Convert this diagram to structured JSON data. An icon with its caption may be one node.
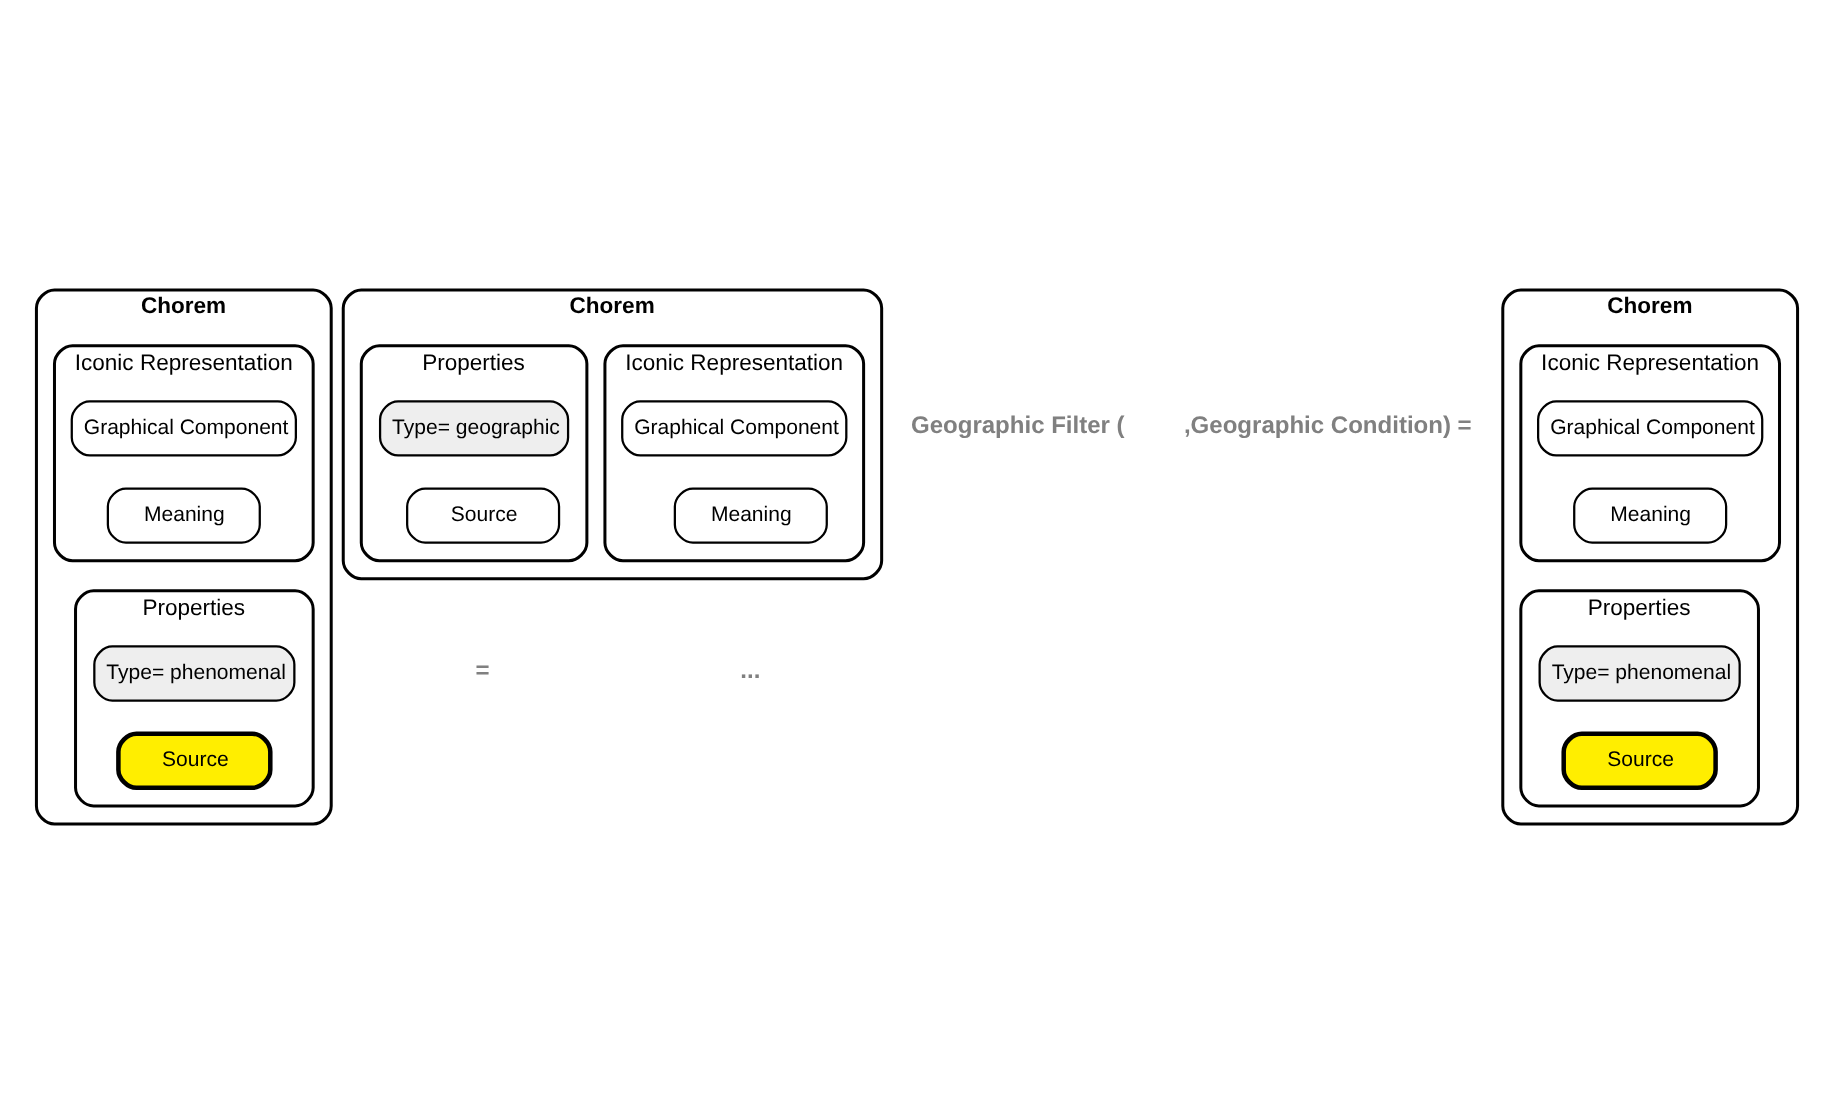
{
  "diagram": {
    "nodes": [
      {
        "text": [
          "Chorem"
        ]
      },
      {
        "text": [
          "Properties"
        ],
        "in": 0
      },
      {
        "text": [
          "Type= geographic"
        ],
        "in": 1
      },
      {
        "text": [
          "Source"
        ],
        "in": 1
      },
      {
        "text": [
          "Iconic Representation"
        ],
        "in": 0
      },
      {
        "text": [
          "Graphical Component"
        ],
        "in": 4
      },
      {
        "text": [
          "Meaning"
        ],
        "in": 4
      },
      {
        "text": [
          "Chorem"
        ]
      },
      {
        "text": [
          "Properties"
        ],
        "in": 7
      },
      {
        "text": [
          "Type= phenomenal"
        ],
        "in": 8
      },
      {
        "text": [
          "Source"
        ],
        "in": 8
      },
      {
        "text": [
          "Iconic Representation"
        ],
        "in": 7
      },
      {
        "text": [
          "Graphical Component"
        ],
        "in": 11
      },
      {
        "text": [
          "Meaning"
        ],
        "in": 11
      },
      {
        "text": [
          "Chorem"
        ]
      },
      {
        "text": [
          "Properties"
        ],
        "in": 14
      },
      {
        "text": [
          "Type= phenomenal"
        ],
        "in": 15
      },
      {
        "text": [
          "Source"
        ],
        "in": 15
      },
      {
        "text": [
          "Iconic Representation"
        ],
        "in": 14
      },
      {
        "text": [
          "Graphical Component"
        ],
        "in": 18
      },
      {
        "text": [
          "Meaning"
        ],
        "in": 18
      }
    ],
    "labels": [
      "Geographic Filter (",
      ",Geographic Condition) =",
      "=",
      "..."
    ]
  }
}
